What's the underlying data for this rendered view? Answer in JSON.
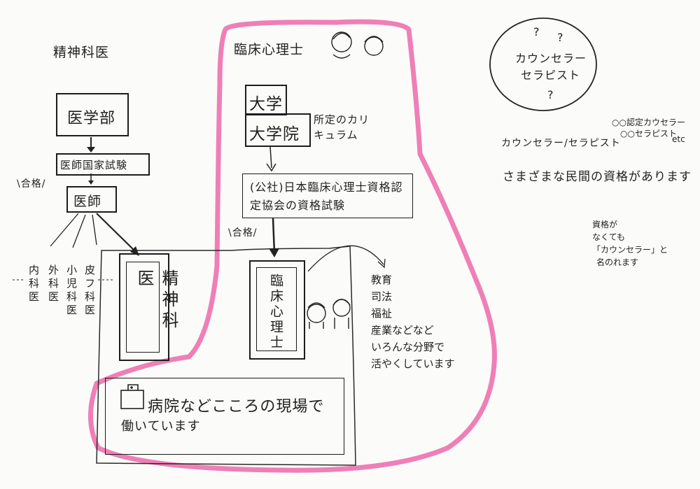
{
  "psychiatrist": {
    "heading": "精神科医",
    "med_school": "医学部",
    "exam": "医師国家試験",
    "pass_left": "\\合格/",
    "doctor": "医師",
    "specialties": [
      "内科医",
      "外科医",
      "小児科医",
      "皮フ科医"
    ],
    "role_title": "精神科医"
  },
  "clinical_psychologist": {
    "heading": "臨床心理士",
    "university": "大学",
    "grad_school": "大学院",
    "curriculum": "所定のカリキュラム",
    "cert_exam": "(公社)日本臨床心理士資格認定協会の資格試験",
    "pass": "\\合格/",
    "role_title": "臨床心理士",
    "fields": [
      "教育",
      "司法",
      "福祉",
      "産業などなど",
      "いろんな分野で",
      "活やくしています"
    ]
  },
  "workplace": {
    "text": "病院などこころの現場で",
    "text2": "働いています"
  },
  "counselor": {
    "q1": "?",
    "q2": "?",
    "q3": "?",
    "circle_line1": "カウンセラー",
    "circle_line2": "セラピスト",
    "cert_line1": "○○認定カウセラー",
    "cert_line2": "○○セラピスト",
    "etc": "etc",
    "label": "カウンセラー/セラピスト",
    "note": "さまざまな民間の資格があります",
    "side_note": [
      "資格が",
      "なくても",
      "「カウンセラー」と",
      "名のれます"
    ]
  },
  "colors": {
    "highlight": "#ef7fb6",
    "ink": "#1f1f1f"
  }
}
